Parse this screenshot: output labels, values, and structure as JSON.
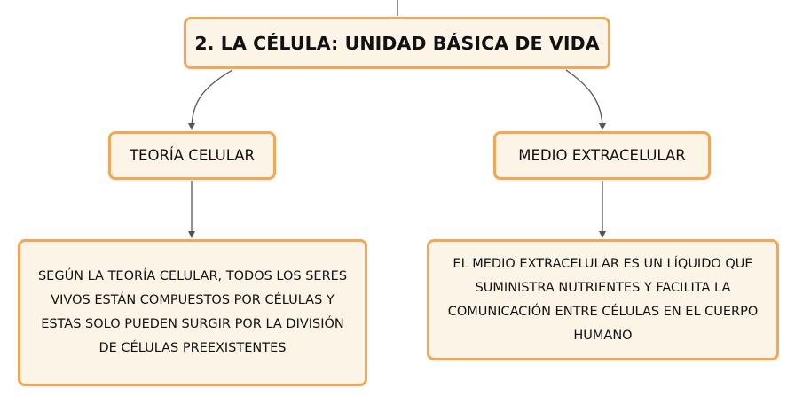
{
  "diagram": {
    "main_topic": "2. LA CÉLULA: UNIDAD BÁSICA DE VIDA",
    "branches": [
      {
        "title": "TEORÍA CELULAR",
        "description": "SEGÚN LA TEORÍA CELULAR, TODOS LOS SERES VIVOS ESTÁN COMPUESTOS POR CÉLULAS Y ESTAS SOLO PUEDEN SURGIR POR LA DIVISIÓN DE CÉLULAS PREEXISTENTES"
      },
      {
        "title": "MEDIO EXTRACELULAR",
        "description": "EL MEDIO EXTRACELULAR ES UN LÍQUIDO QUE SUMINISTRA NUTRIENTES Y FACILITA LA COMUNICACIÓN ENTRE CÉLULAS EN EL CUERPO HUMANO"
      }
    ]
  },
  "colors": {
    "node_border": "#efa857",
    "node_fill": "#fdf4e8",
    "connector": "#555555",
    "text": "#111111"
  }
}
